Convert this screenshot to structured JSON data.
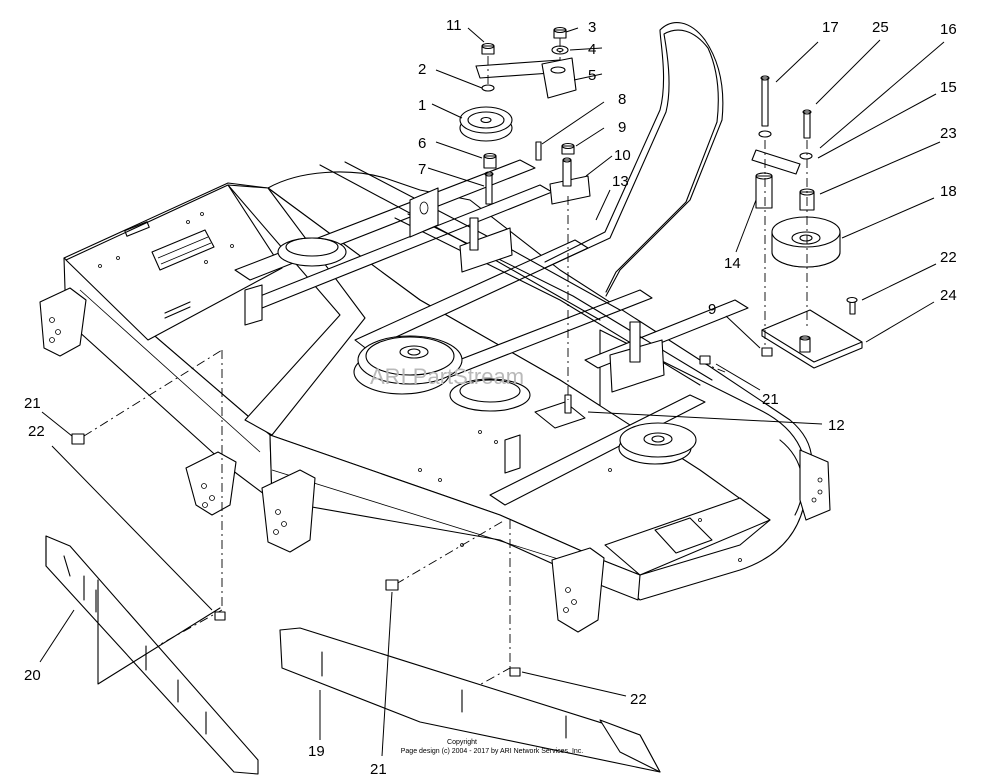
{
  "watermark": "ARI PartStream",
  "copyright": {
    "line1": "Copyright",
    "line2": "Page design (c) 2004 - 2017 by ARI Network Services, Inc."
  },
  "callouts": [
    {
      "id": "c11",
      "label": "11"
    },
    {
      "id": "c3",
      "label": "3"
    },
    {
      "id": "c4",
      "label": "4"
    },
    {
      "id": "c2",
      "label": "2"
    },
    {
      "id": "c5",
      "label": "5"
    },
    {
      "id": "c1",
      "label": "1"
    },
    {
      "id": "c8",
      "label": "8"
    },
    {
      "id": "c9a",
      "label": "9"
    },
    {
      "id": "c6",
      "label": "6"
    },
    {
      "id": "c10",
      "label": "10"
    },
    {
      "id": "c7",
      "label": "7"
    },
    {
      "id": "c13",
      "label": "13"
    },
    {
      "id": "c17",
      "label": "17"
    },
    {
      "id": "c25",
      "label": "25"
    },
    {
      "id": "c16",
      "label": "16"
    },
    {
      "id": "c15",
      "label": "15"
    },
    {
      "id": "c23",
      "label": "23"
    },
    {
      "id": "c18",
      "label": "18"
    },
    {
      "id": "c14",
      "label": "14"
    },
    {
      "id": "c22a",
      "label": "22"
    },
    {
      "id": "c24",
      "label": "24"
    },
    {
      "id": "c9b",
      "label": "9"
    },
    {
      "id": "c21a",
      "label": "21"
    },
    {
      "id": "c12",
      "label": "12"
    },
    {
      "id": "c21b",
      "label": "21"
    },
    {
      "id": "c22b",
      "label": "22"
    },
    {
      "id": "c20",
      "label": "20"
    },
    {
      "id": "c19",
      "label": "19"
    },
    {
      "id": "c21c",
      "label": "21"
    },
    {
      "id": "c22c",
      "label": "22"
    }
  ]
}
